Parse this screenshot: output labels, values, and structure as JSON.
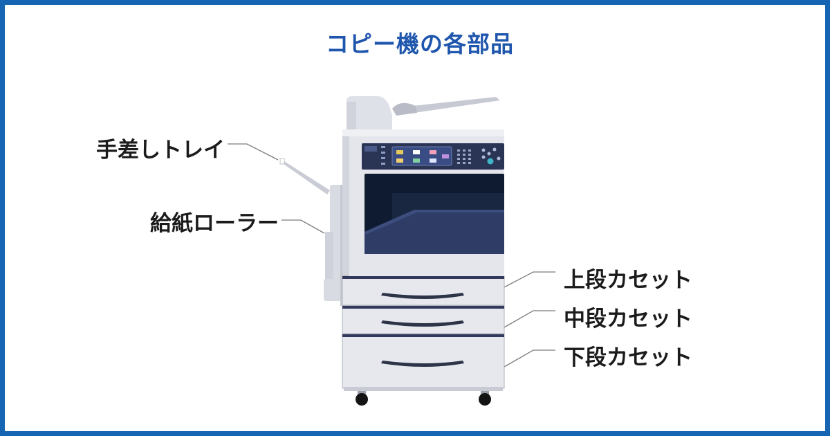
{
  "title": "コピー機の各部品",
  "labels": {
    "manual_tray": "手差しトレイ",
    "feed_roller": "給紙ローラー",
    "upper_cassette": "上段カセット",
    "middle_cassette": "中段カセット",
    "lower_cassette": "下段カセット"
  },
  "colors": {
    "border": "#1565b3",
    "title": "#1f56ad",
    "body": "#e6e8ee",
    "navy": "#1b2a44",
    "panel": "#2e3c66"
  }
}
